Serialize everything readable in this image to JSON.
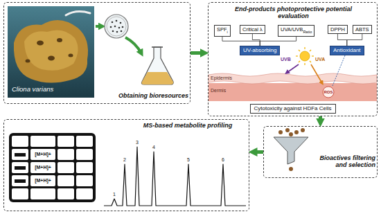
{
  "diagram": {
    "nodes": [
      {
        "text": [
          "Obtaining bioresources"
        ]
      },
      {
        "text": [
          "Cliona varians"
        ],
        "in": 0
      },
      {
        "text": [
          "End-products photoprotective potential evaluation"
        ]
      },
      {
        "text": [
          "SPF",
          "i"
        ],
        "in": 2
      },
      {
        "text": [
          "Critical λ"
        ],
        "in": 2
      },
      {
        "text": [
          "UVA/UVB",
          "Ratio"
        ],
        "in": 2
      },
      {
        "text": [
          "UV-absorbing"
        ],
        "in": 2
      },
      {
        "text": [
          "DPPH"
        ],
        "in": 2
      },
      {
        "text": [
          "ABTS"
        ],
        "in": 2
      },
      {
        "text": [
          "Antioxidant"
        ],
        "in": 2
      },
      {
        "text": [
          "Cytotoxicity against HDFa Cells"
        ],
        "in": 2
      },
      {
        "text": [
          "MS-based metabolite profiling"
        ]
      },
      {
        "text": [
          "Bioactives filtering and selection"
        ]
      }
    ],
    "edges": [
      {
        "from": 0,
        "to": 2,
        "arrow": "to"
      },
      {
        "from": 2,
        "to": 12,
        "arrow": "to"
      },
      {
        "from": 12,
        "to": 11,
        "arrow": "to"
      },
      {
        "from": 6,
        "to": 3,
        "arrow": "none"
      },
      {
        "from": 6,
        "to": 4,
        "arrow": "none"
      },
      {
        "from": 6,
        "to": 5,
        "arrow": "none"
      },
      {
        "from": 9,
        "to": 7,
        "arrow": "none"
      },
      {
        "from": 9,
        "to": 8,
        "arrow": "none"
      }
    ],
    "labels": [
      "UVB",
      "UVA",
      "Epidermis",
      "Dermis",
      "ROS",
      "1",
      "2",
      "3",
      "4",
      "5",
      "6",
      "[M+H]+",
      "[M+H]+",
      "[M+H]+"
    ]
  }
}
